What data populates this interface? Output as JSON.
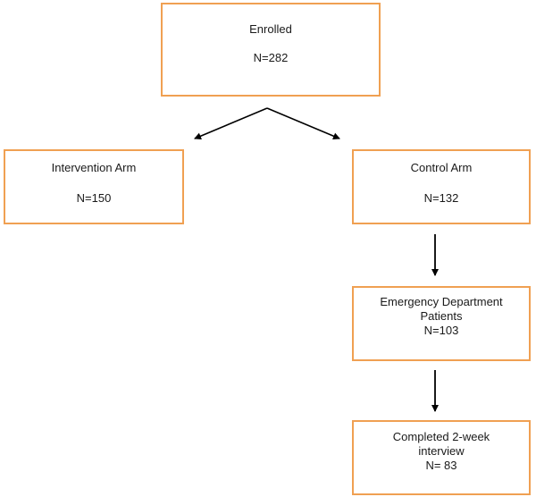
{
  "diagram": {
    "enrolled": {
      "label": "Enrolled",
      "count": "N=282"
    },
    "intervention": {
      "label": "Intervention Arm",
      "count": "N=150"
    },
    "control": {
      "label": "Control Arm",
      "count": "N=132"
    },
    "ed_patients": {
      "label_line1": "Emergency Department",
      "label_line2": "Patients",
      "count": "N=103"
    },
    "completed": {
      "label_line1": "Completed 2-week",
      "label_line2": "interview",
      "count": "N= 83"
    }
  },
  "colors": {
    "box_border": "#f0a052",
    "arrow": "#000000",
    "text": "#1a1a1a"
  }
}
